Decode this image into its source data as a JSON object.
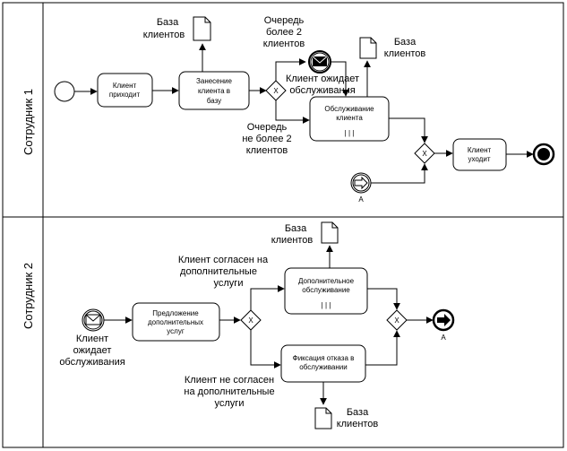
{
  "lanes": [
    {
      "label": "Сотрудник 1"
    },
    {
      "label": "Сотрудник 2"
    }
  ],
  "lane1": {
    "task_client_arrives": [
      "Клиент",
      "приходит"
    ],
    "task_register": [
      "Занесение",
      "клиента в",
      "базу"
    ],
    "task_service": [
      "Обслуживание",
      "клиента"
    ],
    "task_client_leaves": [
      "Клиент",
      "уходит"
    ],
    "db_top": [
      "База",
      "клиентов"
    ],
    "db_right": [
      "База",
      "клиентов"
    ],
    "label_queue_more": [
      "Очередь",
      "более 2",
      "клиентов"
    ],
    "label_waiting": [
      "Клиент ожидает",
      "обслуживания"
    ],
    "label_queue_le": [
      "Очередь",
      "не более 2",
      "клиентов"
    ],
    "link_catch": "A",
    "marker": "| | |",
    "gateway_mark": "X"
  },
  "lane2": {
    "label_waiting": [
      "Клиент",
      "ожидает",
      "обслуживания"
    ],
    "task_offer": [
      "Предложение",
      "дополнительных",
      "услуг"
    ],
    "task_additional": [
      "Дополнительное",
      "обслуживание"
    ],
    "task_refusal": [
      "Фиксация отказа в",
      "обслуживании"
    ],
    "label_agrees": [
      "Клиент согласен на",
      "дополнительные",
      "услуги"
    ],
    "label_disagrees": [
      "Клиент не согласен",
      "на дополнительные",
      "услуги"
    ],
    "db_top": [
      "База",
      "клиентов"
    ],
    "db_bottom": [
      "База",
      "клиентов"
    ],
    "link_throw": "A",
    "marker": "| | |",
    "gateway_mark": "X"
  }
}
